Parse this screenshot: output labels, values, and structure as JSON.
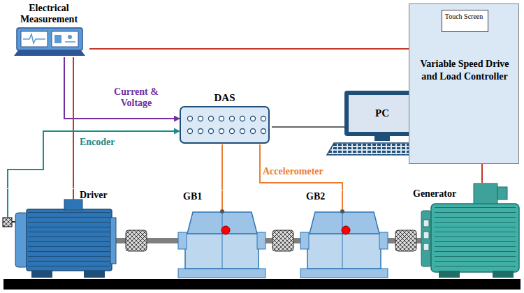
{
  "diagram": {
    "nodes": [
      {
        "text": [
          "Electrical Measurement"
        ]
      },
      {
        "text": [
          "DAS"
        ]
      },
      {
        "text": [
          "PC"
        ]
      },
      {
        "text": [
          "Variable Speed Drive and Load Controller"
        ]
      },
      {
        "text": [
          "Touch Screen"
        ],
        "in": 3
      },
      {
        "text": [
          "Driver"
        ]
      },
      {
        "text": [
          "GB1"
        ]
      },
      {
        "text": [
          "GB2"
        ]
      },
      {
        "text": [
          "Generator"
        ]
      }
    ],
    "edges": [
      {
        "from": 0,
        "to": 3,
        "arrow": "none"
      },
      {
        "from": 0,
        "to": 1,
        "arrow": "to",
        "label": "Current & Voltage"
      },
      {
        "from": 0,
        "to": 5,
        "arrow": "none"
      },
      {
        "from": 5,
        "to": 1,
        "arrow": "to",
        "label": "Encoder"
      },
      {
        "from": 6,
        "to": 1,
        "arrow": "none"
      },
      {
        "from": 7,
        "to": 1,
        "arrow": "none",
        "label": "Accelerometer"
      },
      {
        "from": 1,
        "to": 2,
        "arrow": "none"
      },
      {
        "from": 3,
        "to": 8,
        "arrow": "none"
      }
    ]
  }
}
